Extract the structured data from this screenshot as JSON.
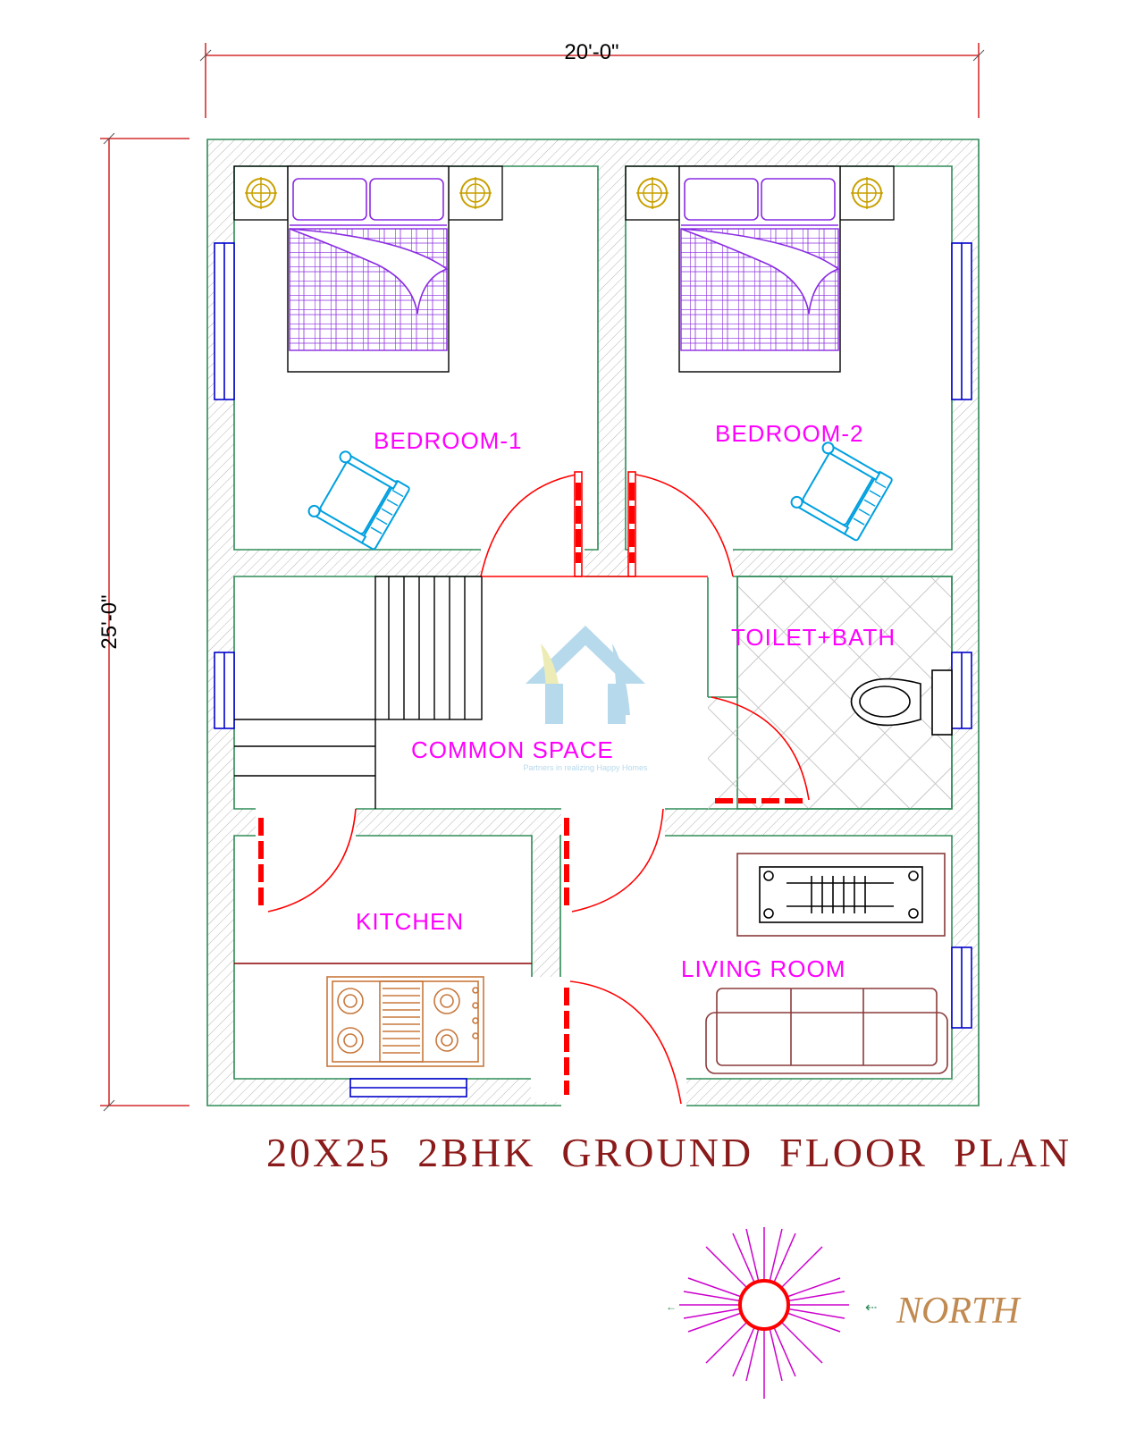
{
  "dimensions": {
    "width": "20'-0\"",
    "height": "25'-0\""
  },
  "rooms": {
    "bedroom1": "BEDROOM-1",
    "bedroom2": "BEDROOM-2",
    "toilet": "TOILET+BATH",
    "common": "COMMON SPACE",
    "kitchen": "KITCHEN",
    "living": "LIVING ROOM"
  },
  "title": "20X25  2BHK  GROUND  FLOOR  PLAN",
  "compass": {
    "label": "NORTH"
  },
  "watermark": {
    "tagline": "Partners in realizing Happy Homes"
  },
  "colors": {
    "wall": "#2e8b57",
    "hatch": "#b0b0b0",
    "door": "#ff0000",
    "window": "#0000cc",
    "room_text": "#ff00ff",
    "title": "#8b1a1a",
    "bed": "#8a2be2",
    "chair": "#00a0e0",
    "kitchen": "#c8783c",
    "sofa": "#8b3a3a",
    "compass": "#cc00cc",
    "north": "#c08a50"
  },
  "icons": [
    "bed-icon",
    "chair-icon",
    "lamp-icon",
    "toilet-icon",
    "stove-icon",
    "sofa-icon",
    "table-icon",
    "staircase-icon",
    "compass-icon",
    "house-logo-icon"
  ]
}
